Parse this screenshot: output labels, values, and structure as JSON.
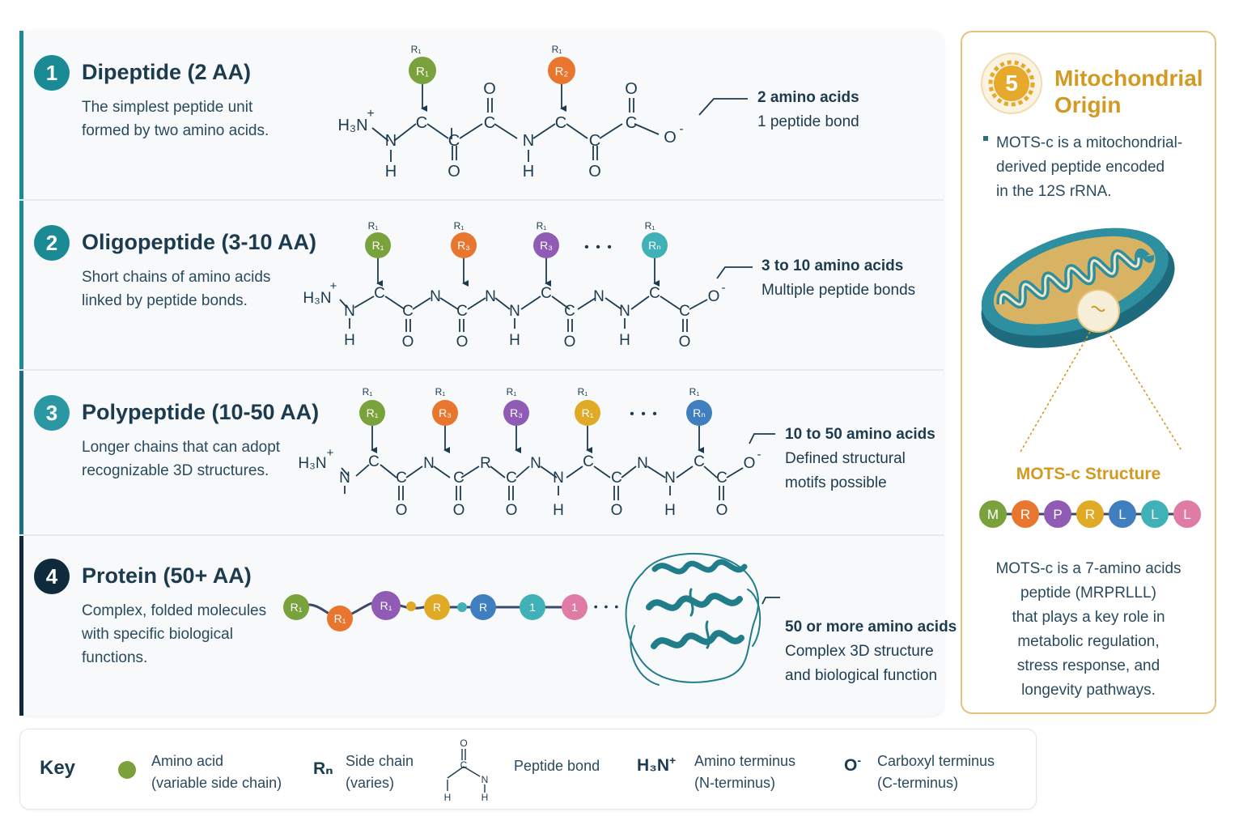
{
  "colors": {
    "teal": "#1a8a95",
    "navy": "#0f2a3c",
    "gold": "#d29a22",
    "green": "#7aa23c",
    "orange": "#e8762f",
    "purple": "#8f5bb4",
    "yellow": "#e0aa27",
    "blue": "#3f7fc0",
    "cyan": "#3fb1b7",
    "pink": "#e07ba5",
    "helix": "#227d8b"
  },
  "rows": [
    {
      "number": "1",
      "title": "Dipeptide (2 AA)",
      "desc": [
        "The simplest peptide unit",
        "formed by two amino acids."
      ],
      "callout": [
        "2 amino acids",
        "1 peptide bond"
      ]
    },
    {
      "number": "2",
      "title": "Oligopeptide (3-10 AA)",
      "desc": [
        "Short chains of amino acids",
        "linked by peptide bonds."
      ],
      "callout": [
        "3 to 10 amino acids",
        "Multiple peptide bonds"
      ]
    },
    {
      "number": "3",
      "title": "Polypeptide (10-50 AA)",
      "desc": [
        "Longer chains that can adopt",
        "recognizable 3D structures."
      ],
      "callout": [
        "10 to 50 amino acids",
        "Defined structural",
        "motifs possible"
      ]
    },
    {
      "number": "4",
      "title": "Protein (50+ AA)",
      "desc": [
        "Complex, folded molecules",
        "with specific biological",
        "functions."
      ],
      "callout": [
        "50 or more amino acids",
        "Complex 3D structure",
        "and biological function"
      ]
    }
  ],
  "chem": {
    "h3n": "H₃N",
    "plus": "+",
    "carboxyl": "O",
    "minus": "-",
    "C": "C",
    "N": "N",
    "O": "O",
    "H": "H",
    "R": "R",
    "r1": "R₁",
    "r2": "R₂",
    "r3": "R₃",
    "rn": "Rₙ",
    "ellipsis": "• • •"
  },
  "row4_chain": [
    "R₁",
    "R₁",
    "R₁",
    "R",
    "R",
    "1",
    "1"
  ],
  "sidebar": {
    "number": "5",
    "title": [
      "Mitochondrial",
      "Origin"
    ],
    "intro": [
      "MOTS-c is a mitochondrial-",
      "derived peptide encoded",
      "in the 12S rRNA."
    ],
    "structure_title": "MOTS-c Structure",
    "sequence": [
      "M",
      "R",
      "P",
      "R",
      "L",
      "L",
      "L"
    ],
    "desc": [
      "MOTS-c is a 7-amino acids",
      "peptide (MRPRLLL)",
      "that plays a key role in",
      "metabolic regulation,",
      "stress response, and",
      "longevity pathways."
    ]
  },
  "key": {
    "title": "Key",
    "items": [
      {
        "lines": [
          "Amino acid",
          "(variable side chain)"
        ]
      },
      {
        "symbol": "Rₙ",
        "lines": [
          "Side chain",
          "(varies)"
        ]
      },
      {
        "lines": [
          "Peptide bond"
        ]
      },
      {
        "symbol": "H₃N",
        "symbol_sup": "+",
        "lines": [
          "Amino terminus",
          "(N-terminus)"
        ]
      },
      {
        "symbol": "O",
        "symbol_sup": "-",
        "lines": [
          "Carboxyl terminus",
          "(C-terminus)"
        ]
      }
    ]
  }
}
